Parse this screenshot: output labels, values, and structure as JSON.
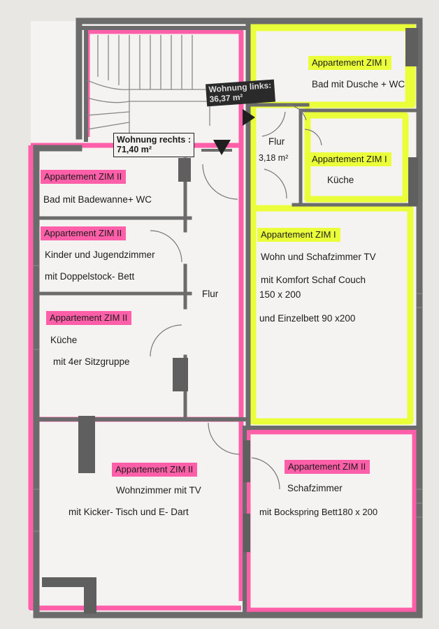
{
  "colors": {
    "pink_highlight": "#ff5fa8",
    "yellow_highlight": "#eaff3a",
    "wall": "#6d6d6d",
    "paper": "#e9e7e4"
  },
  "labels": {
    "stair_left_box": {
      "title": "Wohnung rechts :",
      "area": "71,40 m²"
    },
    "stair_right_box": {
      "title": "Wohnung links:",
      "area": "36,37 m²"
    },
    "yellow_flur": {
      "name": "Flur",
      "area": "3,18 m²"
    },
    "flur_main": "Flur",
    "app1_bath": {
      "tag": "Appartement ZIM I",
      "desc": "Bad mit Dusche + WC"
    },
    "app1_kitchen": {
      "tag": "Appartement ZIM I",
      "desc": "Küche"
    },
    "app1_living": {
      "tag": "Appartement ZIM I",
      "line1": "Wohn und Schafzimmer  TV",
      "line2": "mit Komfort  Schaf Couch",
      "line3": "150  x 200",
      "line4": "und Einzelbett 90 x200"
    },
    "app2_bath": {
      "tag": "Appartement ZIM II",
      "desc": "Bad mit Badewanne+ WC"
    },
    "app2_kids": {
      "tag": "Appartement ZIM II",
      "line1": "Kinder  und Jugendzimmer",
      "line2": "mit Doppelstock- Bett"
    },
    "app2_kitchen": {
      "tag": "Appartement ZIM II",
      "line1": "Küche",
      "line2": "mit 4er Sitzgruppe"
    },
    "app2_living": {
      "tag": "Appartement ZIM II",
      "line1": "Wohnzimmer mit TV",
      "line2": "mit Kicker- Tisch und E- Dart"
    },
    "app2_sleep": {
      "tag": "Appartement ZIM II",
      "line1": "Schafzimmer",
      "line2": "mit Bockspring  Bett180  x 200"
    }
  }
}
